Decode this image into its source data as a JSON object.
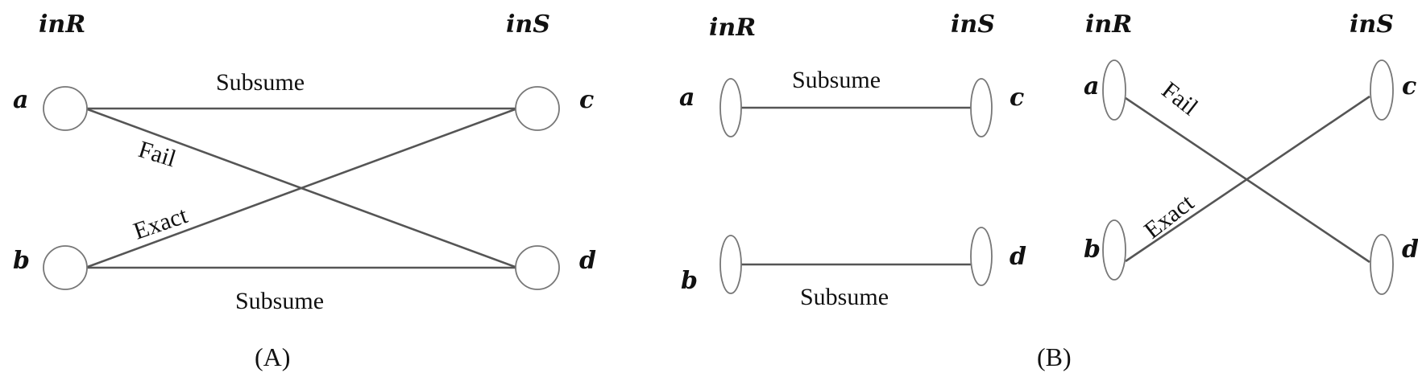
{
  "panel_a": {
    "caption": "(A)",
    "header_left": "inR",
    "header_right": "inS",
    "nodes": {
      "a": "a",
      "b": "b",
      "c": "c",
      "d": "d"
    },
    "edges": {
      "a_c": "Subsume",
      "a_d": "Fail",
      "b_c": "Exact",
      "b_d": "Subsume"
    }
  },
  "panel_b": {
    "caption": "(B)",
    "left": {
      "header_left": "inR",
      "header_right": "inS",
      "nodes": {
        "a": "a",
        "b": "b",
        "c": "c",
        "d": "d"
      },
      "edges": {
        "a_c": "Subsume",
        "b_d": "Subsume"
      }
    },
    "right": {
      "header_left": "inR",
      "header_right": "inS",
      "nodes": {
        "a": "a",
        "b": "b",
        "c": "c",
        "d": "d"
      },
      "edges": {
        "a_d": "Fail",
        "b_c": "Exact"
      }
    }
  }
}
